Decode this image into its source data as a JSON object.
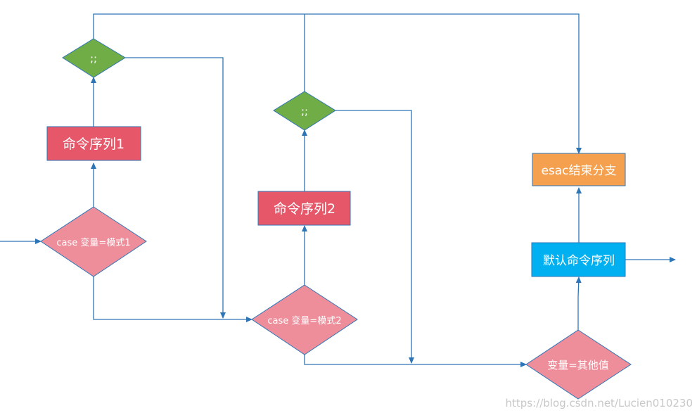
{
  "nodes": {
    "semi1": ";;",
    "semi2": ";;",
    "cmd1": "命令序列1",
    "cmd2": "命令序列2",
    "case1": "case 变量=模式1",
    "case2": "case 变量=模式2",
    "esac": "esac结束分支",
    "default_cmd": "默认命令序列",
    "other": "变量=其他值"
  },
  "watermark": "https://blog.csdn.net/Lucien010230",
  "colors": {
    "line": "#2e75b6",
    "green": "#70ad47",
    "red_box": "#e6576a",
    "pink": "#ef8e9b",
    "orange": "#f4a04f",
    "blue": "#00b0f0"
  }
}
